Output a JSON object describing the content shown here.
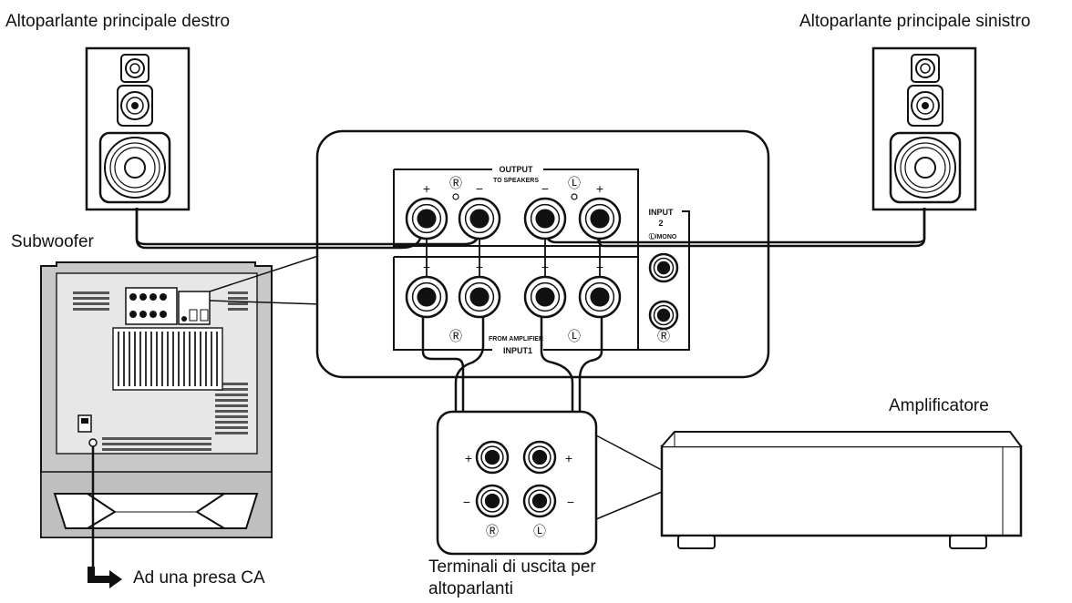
{
  "labels": {
    "right_speaker": "Altoparlante principale destro",
    "left_speaker": "Altoparlante principale sinistro",
    "subwoofer": "Subwoofer",
    "amplifier": "Amplificatore",
    "outlet": "Ad una presa CA",
    "amp_terminals_line1": "Terminali di uscita per",
    "amp_terminals_line2": "altoparlanti"
  },
  "panel": {
    "output": "OUTPUT",
    "to_speakers": "TO SPEAKERS",
    "input2": "INPUT",
    "input2_num": "2",
    "lmono": "Ⓛ/MONO",
    "from_amplifier": "FROM AMPLIFIER",
    "input1": "INPUT1",
    "right_mark": "Ⓡ",
    "left_mark": "Ⓛ",
    "plus": "+",
    "minus": "−"
  },
  "amp_terminals": {
    "right_mark": "Ⓡ",
    "left_mark": "Ⓛ",
    "plus": "+",
    "minus": "−"
  }
}
